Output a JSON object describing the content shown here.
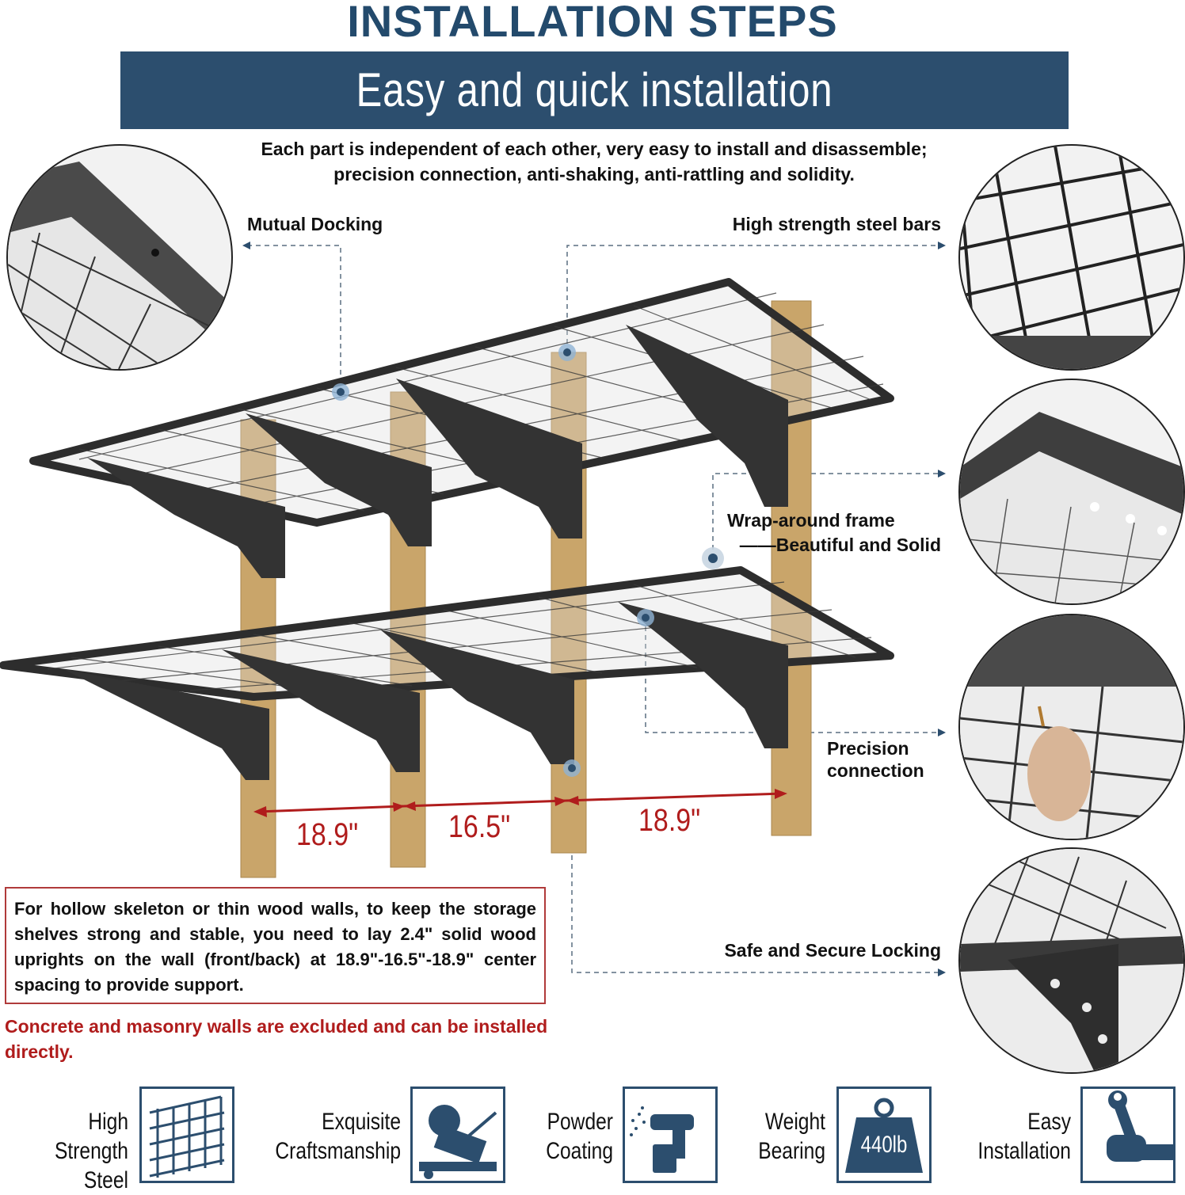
{
  "header": {
    "title": "INSTALLATION STEPS",
    "banner": "Easy and quick installation",
    "intro_line1": "Each part is independent of each other, very easy to install and disassemble;",
    "intro_line2": "precision connection, anti-shaking, anti-rattling and solidity."
  },
  "callouts": {
    "mutual_docking": "Mutual Docking",
    "steel_bars": "High strength steel bars",
    "wrap_frame_line1": "Wrap-around frame",
    "wrap_frame_line2": "——Beautiful and Solid",
    "precision_line1": "Precision",
    "precision_line2": "connection",
    "locking": "Safe and Secure Locking"
  },
  "dimensions": [
    "18.9\"",
    "16.5\"",
    "18.9\""
  ],
  "note": "For hollow skeleton or thin wood walls, to keep the storage shelves strong and stable, you need to lay 2.4\" solid wood uprights on the wall (front/back) at 18.9\"-16.5\"-18.9\" center spacing to provide support.",
  "concrete_note": "Concrete and masonry walls are excluded and can be installed directly.",
  "features": [
    {
      "line1": "High Strength",
      "line2": "Steel",
      "icon": "steel-grid-icon"
    },
    {
      "line1": "Exquisite",
      "line2": "Craftsmanship",
      "icon": "welder-icon"
    },
    {
      "line1": "Powder",
      "line2": "Coating",
      "icon": "spray-gun-icon"
    },
    {
      "line1": "Weight",
      "line2": "Bearing",
      "icon": "weight-icon",
      "icon_text": "440lb"
    },
    {
      "line1": "Easy",
      "line2": "Installation",
      "icon": "wrench-hand-icon"
    }
  ],
  "colors": {
    "navy": "#2c4e6e",
    "title": "#234a6c",
    "red": "#b01c1c",
    "wood": "#c9a56a"
  }
}
